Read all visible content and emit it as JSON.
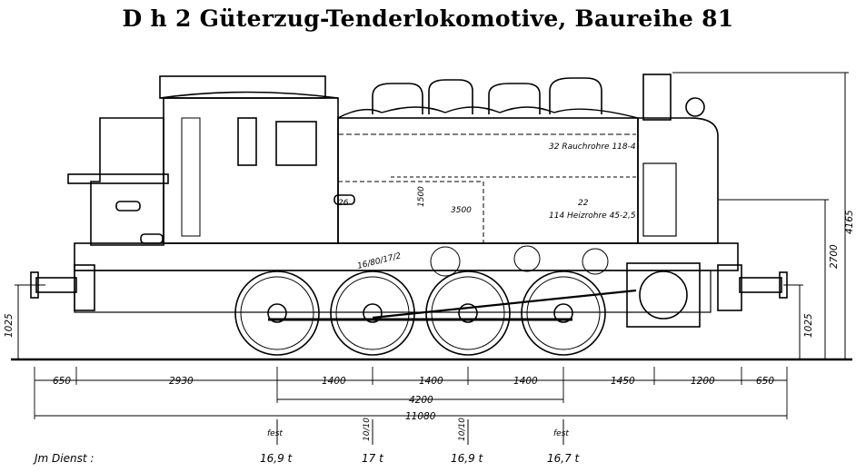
{
  "title": "D h 2 Güterzug-Tenderlokomotive, Baureihe 81",
  "drawing_labels": {
    "smoke_tubes": "32 Rauchrohre 118-4",
    "heating_tubes": "114 Heizrohre 45-2,5",
    "boiler_length": "3500",
    "boiler_height": "1500",
    "label_26": "26",
    "label_22": "22",
    "label_16": "16/80/17/2"
  },
  "dimensions": {
    "heights": {
      "buffer_left": "1025",
      "buffer_right": "1025",
      "boiler_axis": "2700",
      "total": "4165"
    },
    "lengths": [
      "650",
      "2930",
      "1400",
      "1400",
      "1400",
      "1450",
      "1200",
      "650"
    ],
    "wheelbase": "4200",
    "overall": "11080"
  },
  "axles": [
    {
      "note": "fest",
      "weight": "16,9 t"
    },
    {
      "note": "10/10",
      "weight": "17 t"
    },
    {
      "note": "10/10",
      "weight": "16,9 t"
    },
    {
      "note": "fest",
      "weight": "16,7 t"
    }
  ],
  "service_label": "Jm Dienst :"
}
